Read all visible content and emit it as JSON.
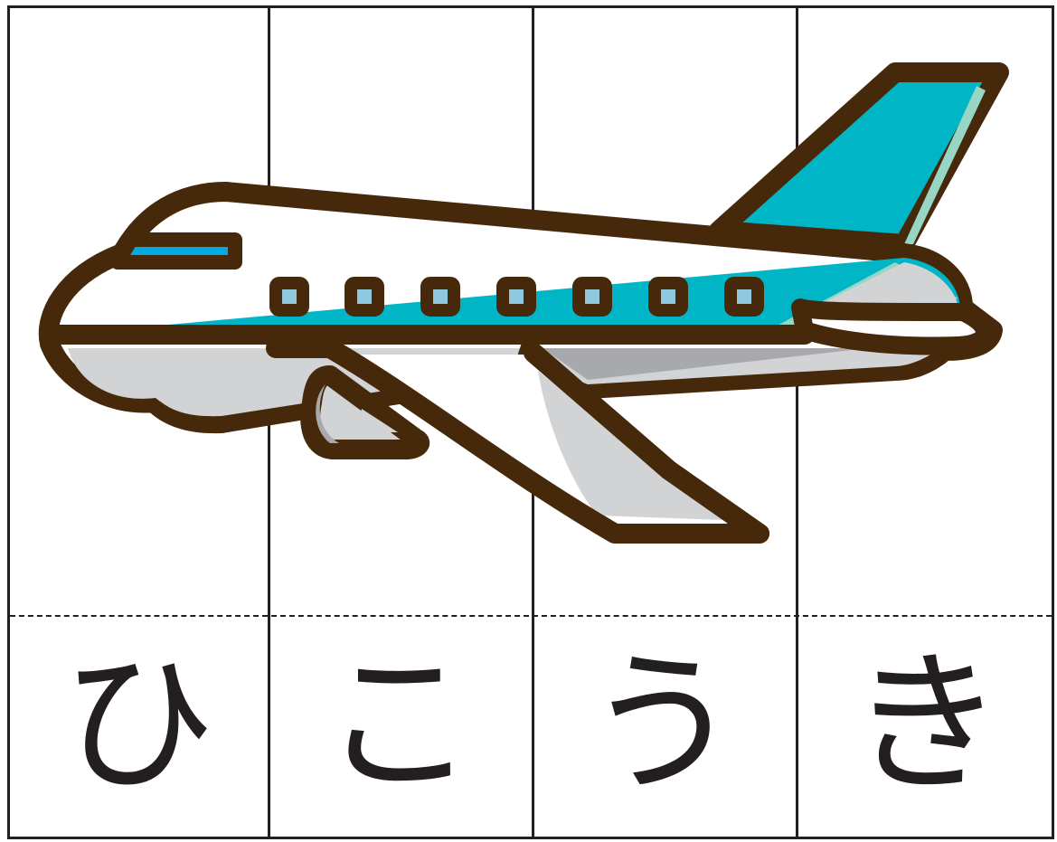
{
  "puzzle": {
    "letters": [
      "ひ",
      "こ",
      "う",
      "き"
    ],
    "picture_icon": "airplane-icon",
    "colors": {
      "outline": "#45290a",
      "fuselage": "#ffffff",
      "stripe": "#00b6c6",
      "wing": "#d1d3d5",
      "shadow": "#a8a9ad",
      "window": "#8fc7de",
      "cockpit": "#00abe2",
      "tail_highlight": "#97d5c4",
      "line": "#231f20"
    }
  }
}
